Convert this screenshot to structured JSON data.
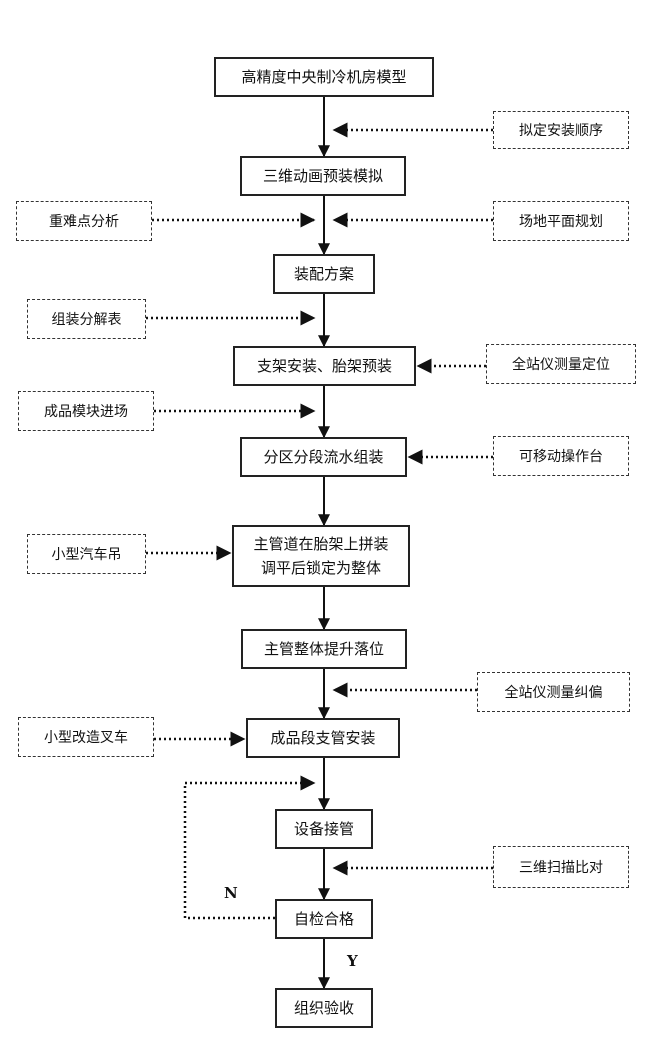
{
  "main_steps": [
    "高精度中央制冷机房模型",
    "三维动画预装模拟",
    "装配方案",
    "支架安装、胎架预装",
    "分区分段流水组装",
    [
      "主管道在胎架上拼装",
      "调平后锁定为整体"
    ],
    "主管整体提升落位",
    "成品段支管安装",
    "设备接管",
    "自检合格",
    "组织验收"
  ],
  "inputs": {
    "ni_ding_an_zhuang_shun_xu": "拟定安装顺序",
    "zhong_nan_dian_fen_xi": "重难点分析",
    "chang_di_ping_mian_gui_hua": "场地平面规划",
    "zu_zhuang_fen_jie_biao": "组装分解表",
    "quan_zhan_yi_ce_liang_ding_wei": "全站仪测量定位",
    "cheng_pin_mo_kuai_jin_chang": "成品模块进场",
    "ke_yi_dong_cao_zuo_tai": "可移动操作台",
    "xiao_xing_qi_che_diao": "小型汽车吊",
    "quan_zhan_yi_ce_liang_jiu_pian": "全站仪测量纠偏",
    "xiao_xing_gai_zao_cha_che": "小型改造叉车",
    "san_wei_sao_miao_bi_dui": "三维扫描比对"
  },
  "decision_labels": {
    "no": "N",
    "yes": "Y"
  }
}
